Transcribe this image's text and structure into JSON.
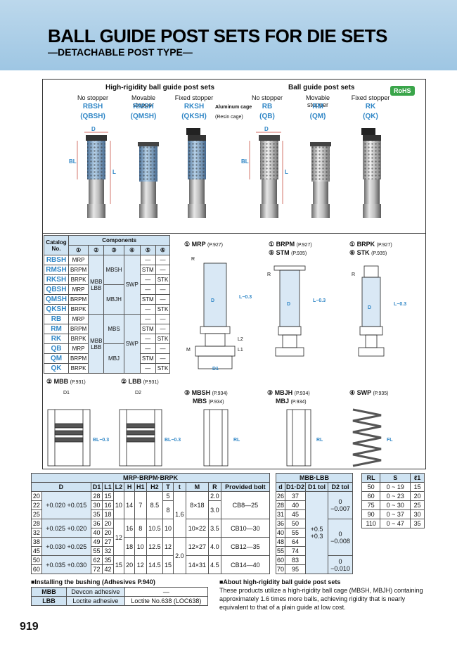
{
  "header": {
    "title": "BALL GUIDE POST SETS FOR DIE SETS",
    "subtitle": "—DETACHABLE POST TYPE—"
  },
  "groups": {
    "high_rigidity": "High-rigidity ball guide post sets",
    "ball": "Ball guide post sets"
  },
  "rohs": "RoHS",
  "products": [
    {
      "variant": "No stopper",
      "code": "RBSH",
      "alt": "(QBSH)"
    },
    {
      "variant": "Movable stopper",
      "code": "RMSH",
      "alt": "(QMSH)"
    },
    {
      "variant": "Fixed stopper",
      "code": "RKSH",
      "alt": "(QKSH)"
    },
    {
      "variant": "No stopper",
      "code": "RB",
      "alt": "(QB)"
    },
    {
      "variant": "Movable stopper",
      "code": "RM",
      "alt": "(QM)"
    },
    {
      "variant": "Fixed stopper",
      "code": "RK",
      "alt": "(QK)"
    }
  ],
  "cage_notes": {
    "aluminum": "Aluminum cage",
    "resin": "(Resin cage)"
  },
  "photo_dims": {
    "D": "D",
    "BL": "BL",
    "L": "L"
  },
  "components": {
    "header_catalog": "Catalog No.",
    "header_components": "Components",
    "cols": [
      "①",
      "②",
      "③",
      "④",
      "⑤",
      "⑥"
    ],
    "rows": [
      {
        "cat": "RBSH",
        "c1": "MRP"
      },
      {
        "cat": "RMSH",
        "c1": "BRPM"
      },
      {
        "cat": "RKSH",
        "c1": "BRPK"
      },
      {
        "cat": "QBSH",
        "c1": "MRP"
      },
      {
        "cat": "QMSH",
        "c1": "BRPM"
      },
      {
        "cat": "QKSH",
        "c1": "BRPK"
      },
      {
        "cat": "RB",
        "c1": "MRP"
      },
      {
        "cat": "RM",
        "c1": "BRPM"
      },
      {
        "cat": "RK",
        "c1": "BRPK"
      },
      {
        "cat": "QB",
        "c1": "MRP"
      },
      {
        "cat": "QM",
        "c1": "BRPM"
      },
      {
        "cat": "QK",
        "c1": "BRPK"
      }
    ],
    "merged": {
      "mbb_lbb": "MBB LBB",
      "mbsh": "MBSH",
      "mbjh": "MBJH",
      "mbs": "MBS",
      "mbj": "MBJ",
      "swp": "SWP",
      "stm": "STM",
      "stk": "STK",
      "dash": "—"
    }
  },
  "drawings": {
    "mrp": {
      "num": "①",
      "name": "MRP",
      "ref": "(P.927)"
    },
    "brpm": {
      "num": "①",
      "name": "BRPM",
      "ref": "(P.927)"
    },
    "stm": {
      "num": "⑤",
      "name": "STM",
      "ref": "(P.935)"
    },
    "brpk": {
      "num": "①",
      "name": "BRPK",
      "ref": "(P.927)"
    },
    "stk": {
      "num": "⑥",
      "name": "STK",
      "ref": "(P.935)"
    },
    "mbb": {
      "num": "②",
      "name": "MBB",
      "ref": "(P.931)"
    },
    "lbb": {
      "num": "②",
      "name": "LBB",
      "ref": "(P.931)"
    },
    "mbsh": {
      "num": "③",
      "name": "MBSH",
      "ref": "(P.934)"
    },
    "mbs": {
      "name": "MBS",
      "ref": "(P.934)"
    },
    "mbjh": {
      "num": "③",
      "name": "MBJH",
      "ref": "(P.934)"
    },
    "mbj": {
      "name": "MBJ",
      "ref": "(P.934)"
    },
    "swp": {
      "num": "④",
      "name": "SWP",
      "ref": "(P.935)"
    }
  },
  "spec_mrp": {
    "group_title": "MRP·BRPM·BRPK",
    "headers": [
      "D",
      "D1",
      "L1",
      "L2",
      "H",
      "H1",
      "H2",
      "T",
      "t",
      "M",
      "R",
      "Provided bolt"
    ],
    "rows": [
      [
        "20",
        "+0.020 +0.015",
        "28",
        "15",
        "10",
        "14",
        "7",
        "8.5",
        "5",
        "1.6",
        "8×18",
        "2.0",
        "CB8—25"
      ],
      [
        "22",
        "",
        "30",
        "16",
        "",
        "",
        "",
        "",
        "8",
        "",
        "",
        "3.0",
        ""
      ],
      [
        "25",
        "",
        "35",
        "18",
        "",
        "",
        "",
        "",
        "",
        "",
        "",
        "",
        ""
      ],
      [
        "28",
        "+0.025 +0.020",
        "36",
        "20",
        "12",
        "16",
        "8",
        "10.5",
        "10",
        "",
        "10×22",
        "3.5",
        "CB10—30"
      ],
      [
        "32",
        "",
        "40",
        "20",
        "",
        "",
        "",
        "",
        "",
        "",
        "",
        "",
        ""
      ],
      [
        "38",
        "+0.030 +0.025",
        "49",
        "27",
        "",
        "18",
        "10",
        "12.5",
        "12",
        "2.0",
        "12×27",
        "4.0",
        "CB12—35"
      ],
      [
        "45",
        "",
        "55",
        "32",
        "",
        "",
        "",
        "",
        "",
        "",
        "",
        "",
        ""
      ],
      [
        "50",
        "+0.035 +0.030",
        "62",
        "35",
        "15",
        "20",
        "12",
        "14.5",
        "15",
        "",
        "14×31",
        "4.5",
        "CB14—40"
      ],
      [
        "60",
        "",
        "72",
        "42",
        "",
        "",
        "",
        "",
        "",
        "",
        "",
        "",
        ""
      ]
    ]
  },
  "spec_mbb": {
    "group_title": "MBB·LBB",
    "headers": [
      "d",
      "D1·D2",
      "D1 tol",
      "D2 tol"
    ],
    "rows": [
      [
        "26",
        "37",
        "",
        ""
      ],
      [
        "28",
        "40",
        "",
        ""
      ],
      [
        "31",
        "45",
        "",
        ""
      ],
      [
        "36",
        "50",
        "",
        ""
      ],
      [
        "40",
        "55",
        "",
        ""
      ],
      [
        "48",
        "64",
        "",
        ""
      ],
      [
        "55",
        "74",
        "",
        ""
      ],
      [
        "60",
        "83",
        "",
        ""
      ],
      [
        "70",
        "95",
        "",
        ""
      ]
    ],
    "tol1": "+0.5 +0.3",
    "tol2a": "0 −0.007",
    "tol2b": "0 −0.008",
    "tol2c": "0 −0.010"
  },
  "spec_rl": {
    "headers": [
      "RL",
      "S",
      "ℓ1"
    ],
    "rows": [
      [
        "50",
        "0 ~ 19",
        "15"
      ],
      [
        "60",
        "0 ~ 23",
        "20"
      ],
      [
        "75",
        "0 ~ 30",
        "25"
      ],
      [
        "90",
        "0 ~ 37",
        "30"
      ],
      [
        "110",
        "0 ~ 47",
        "35"
      ]
    ]
  },
  "installing": {
    "title": "■Installing the bushing (Adhesives P.940)",
    "rows": [
      [
        "MBB",
        "Devcon adhesive",
        "—"
      ],
      [
        "LBB",
        "Loctite adhesive",
        "Loctite No.638 (LOC638)"
      ]
    ]
  },
  "about": {
    "title": "■About high-rigidity ball guide post sets",
    "text": "These products utilize a high-rigidity ball cage (MBSH, MBJH) containing approximately 1.6 times more balls, achieving rigidity that is nearly equivalent to that of a plain guide at low cost."
  },
  "page_number": "919",
  "colors": {
    "accent": "#2f86c6",
    "header_bg": "#a9cde7",
    "table_hl": "#dbeaf6"
  }
}
